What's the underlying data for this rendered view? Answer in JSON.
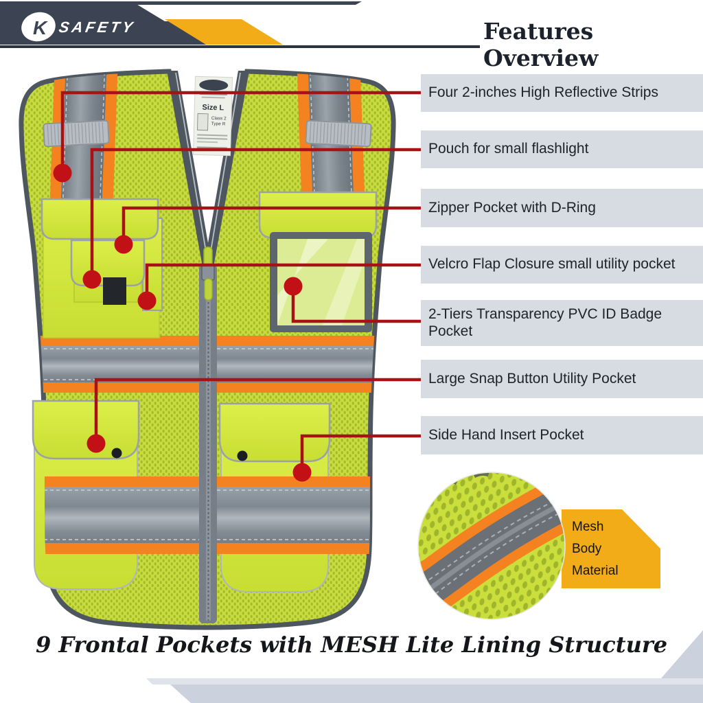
{
  "brand": {
    "monogram": "K",
    "name": "SAFETY"
  },
  "header": {
    "title": "Features Overview"
  },
  "features": [
    {
      "label": "Four 2-inches High Reflective Strips"
    },
    {
      "label": "Pouch for small flashlight"
    },
    {
      "label": "Zipper Pocket with D-Ring"
    },
    {
      "label": "Velcro Flap Closure small utility pocket"
    },
    {
      "label": "2-Tiers Transparency PVC ID Badge Pocket"
    },
    {
      "label": "Large Snap Button Utility Pocket"
    },
    {
      "label": "Side Hand Insert Pocket"
    }
  ],
  "vest_tag": {
    "size": "Size L",
    "class_line": "Class 2",
    "type_line": "Type R"
  },
  "inset_caption": "Mesh Body Material",
  "footer_title": "9 Frontal Pockets with MESH Lite Lining Structure",
  "colors": {
    "callout_red": "#b01116",
    "hi_vis_yellow": "#c9dd3e",
    "safety_orange": "#f58220",
    "reflective_gray": "#858d96",
    "banner_navy": "#3c4454",
    "banner_gold": "#f2ac18",
    "label_box_bg": "#d7dbe2"
  }
}
